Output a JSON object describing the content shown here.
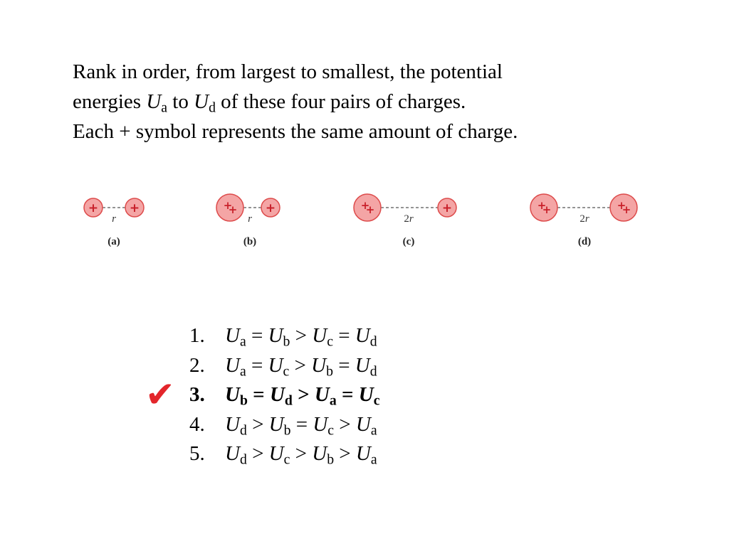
{
  "question": {
    "line1": "Rank in order, from largest to smallest, the potential",
    "line2_pre": "energies ",
    "line2_U": "U",
    "line2_sub_a": "a",
    "line2_to": " to ",
    "line2_U2": "U",
    "line2_sub_d": "d",
    "line2_post": " of these four pairs of charges.",
    "line3": "Each + symbol represents the same amount of charge."
  },
  "figure": {
    "panels": [
      {
        "label": "(a)",
        "left_charge": "+",
        "right_charge": "+",
        "separation": "r"
      },
      {
        "label": "(b)",
        "left_charge": "++",
        "right_charge": "+",
        "separation": "r"
      },
      {
        "label": "(c)",
        "left_charge": "++",
        "right_charge": "+",
        "separation": "2r"
      },
      {
        "label": "(d)",
        "left_charge": "++",
        "right_charge": "++",
        "separation": "2r"
      }
    ],
    "colors": {
      "charge_fill": "#f4a5a5",
      "charge_stroke": "#dd4b4b",
      "plus": "#c8202a"
    }
  },
  "answers": [
    {
      "num": "1.",
      "parts": [
        [
          "U",
          "a"
        ],
        [
          " = ",
          ""
        ],
        [
          "U",
          "b"
        ],
        [
          " > ",
          ""
        ],
        [
          "U",
          "c"
        ],
        [
          " = ",
          ""
        ],
        [
          "U",
          "d"
        ]
      ],
      "correct": false
    },
    {
      "num": "2.",
      "parts": [
        [
          "U",
          "a"
        ],
        [
          " = ",
          ""
        ],
        [
          "U",
          "c"
        ],
        [
          " > ",
          ""
        ],
        [
          "U",
          "b"
        ],
        [
          " = ",
          ""
        ],
        [
          "U",
          "d"
        ]
      ],
      "correct": false
    },
    {
      "num": "3.",
      "parts": [
        [
          "U",
          "b"
        ],
        [
          " = ",
          ""
        ],
        [
          "U",
          "d"
        ],
        [
          " > ",
          ""
        ],
        [
          "U",
          "a"
        ],
        [
          " = ",
          ""
        ],
        [
          "U",
          "c"
        ]
      ],
      "correct": true
    },
    {
      "num": "4.",
      "parts": [
        [
          "U",
          "d"
        ],
        [
          " > ",
          ""
        ],
        [
          "U",
          "b"
        ],
        [
          " = ",
          ""
        ],
        [
          "U",
          "c"
        ],
        [
          " > ",
          ""
        ],
        [
          "U",
          "a"
        ]
      ],
      "correct": false
    },
    {
      "num": "5.",
      "parts": [
        [
          "U",
          "d"
        ],
        [
          " > ",
          ""
        ],
        [
          "U",
          "c"
        ],
        [
          " > ",
          ""
        ],
        [
          "U",
          "b"
        ],
        [
          " > ",
          ""
        ],
        [
          "U",
          "a"
        ]
      ],
      "correct": false
    }
  ],
  "check_mark": "✔",
  "check_color": "#e3262b"
}
